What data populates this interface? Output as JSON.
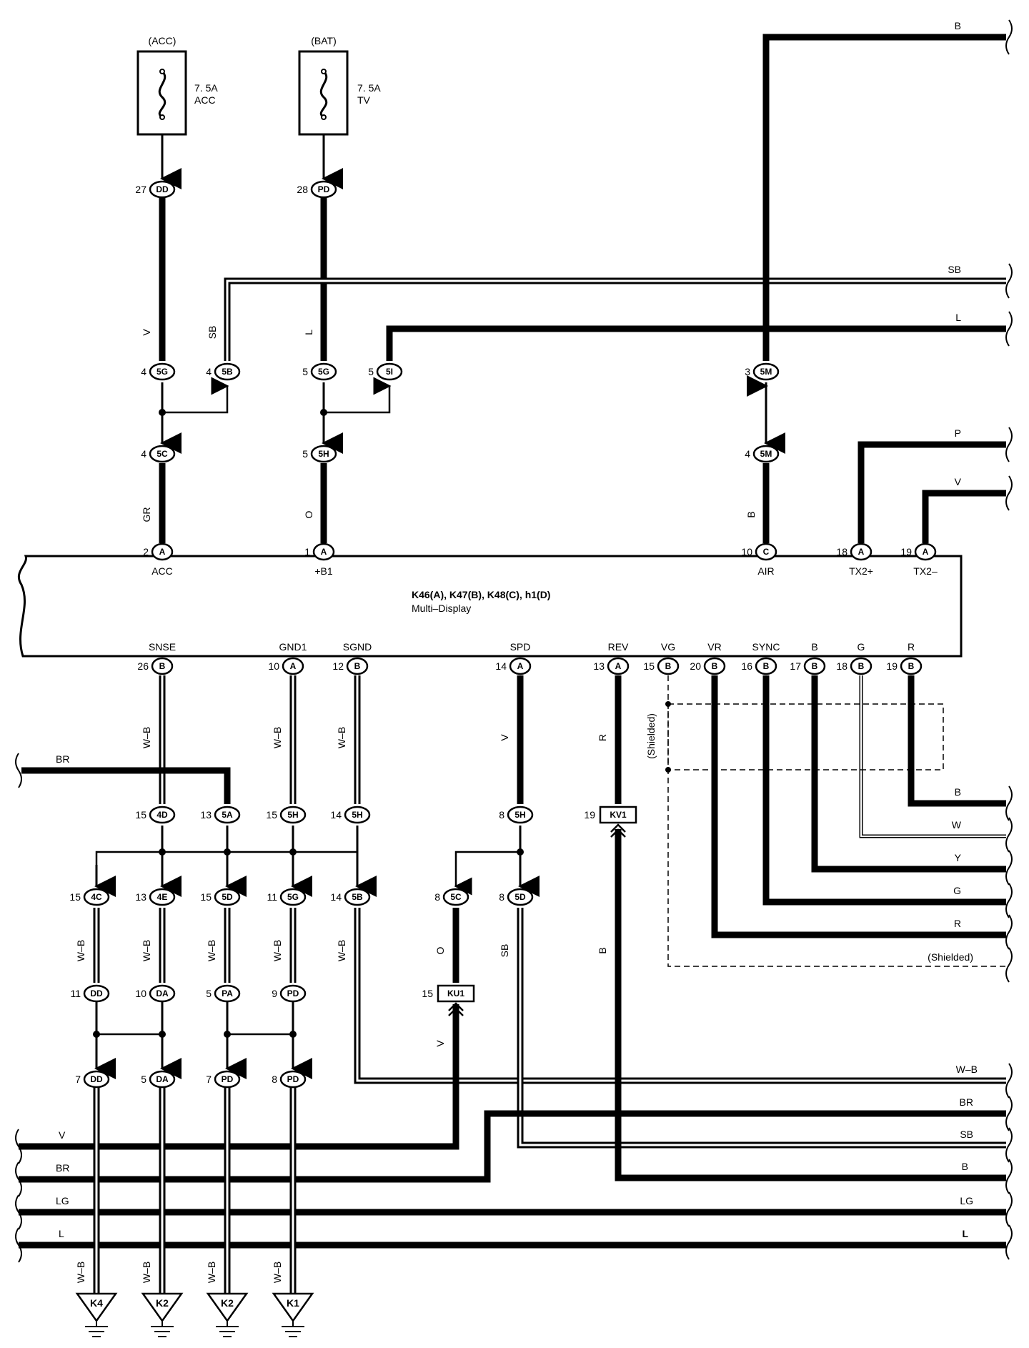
{
  "fuses": [
    {
      "supply": "(ACC)",
      "rating": "7. 5A",
      "name": "ACC"
    },
    {
      "supply": "(BAT)",
      "rating": "7. 5A",
      "name": "TV"
    }
  ],
  "component": {
    "title": "K46(A), K47(B), K48(C), h1(D)",
    "subtitle": "Multi–Display",
    "top_terminals": [
      {
        "pin": "2",
        "conn": "A",
        "signal": "ACC"
      },
      {
        "pin": "1",
        "conn": "A",
        "signal": "+B1"
      },
      {
        "pin": "10",
        "conn": "C",
        "signal": "AIR"
      },
      {
        "pin": "18",
        "conn": "A",
        "signal": "TX2+"
      },
      {
        "pin": "19",
        "conn": "A",
        "signal": "TX2–"
      }
    ],
    "bottom_terminals": [
      {
        "pin": "26",
        "conn": "B",
        "signal": "SNSE"
      },
      {
        "pin": "10",
        "conn": "A",
        "signal": "GND1"
      },
      {
        "pin": "12",
        "conn": "B",
        "signal": "SGND"
      },
      {
        "pin": "14",
        "conn": "A",
        "signal": "SPD"
      },
      {
        "pin": "13",
        "conn": "A",
        "signal": "REV"
      },
      {
        "pin": "15",
        "conn": "B",
        "signal": "VG"
      },
      {
        "pin": "20",
        "conn": "B",
        "signal": "VR"
      },
      {
        "pin": "16",
        "conn": "B",
        "signal": "SYNC"
      },
      {
        "pin": "17",
        "conn": "B",
        "signal": "B"
      },
      {
        "pin": "18",
        "conn": "B",
        "signal": "G"
      },
      {
        "pin": "19",
        "conn": "B",
        "signal": "R"
      }
    ]
  },
  "connectors": [
    {
      "pin": "27",
      "id": "DD"
    },
    {
      "pin": "28",
      "id": "PD"
    },
    {
      "pin": "4",
      "id": "5G"
    },
    {
      "pin": "4",
      "id": "5B"
    },
    {
      "pin": "5",
      "id": "5G"
    },
    {
      "pin": "5",
      "id": "5I"
    },
    {
      "pin": "3",
      "id": "5M"
    },
    {
      "pin": "4",
      "id": "5C"
    },
    {
      "pin": "5",
      "id": "5H"
    },
    {
      "pin": "4",
      "id": "5M"
    },
    {
      "pin": "15",
      "id": "4D"
    },
    {
      "pin": "13",
      "id": "5A"
    },
    {
      "pin": "15",
      "id": "5H"
    },
    {
      "pin": "14",
      "id": "5H"
    },
    {
      "pin": "8",
      "id": "5H"
    },
    {
      "pin": "15",
      "id": "4C"
    },
    {
      "pin": "13",
      "id": "4E"
    },
    {
      "pin": "15",
      "id": "5D"
    },
    {
      "pin": "11",
      "id": "5G"
    },
    {
      "pin": "14",
      "id": "5B"
    },
    {
      "pin": "8",
      "id": "5C"
    },
    {
      "pin": "8",
      "id": "5D"
    },
    {
      "pin": "11",
      "id": "DD"
    },
    {
      "pin": "10",
      "id": "DA"
    },
    {
      "pin": "5",
      "id": "PA"
    },
    {
      "pin": "9",
      "id": "PD"
    },
    {
      "pin": "7",
      "id": "DD"
    },
    {
      "pin": "5",
      "id": "DA"
    },
    {
      "pin": "7",
      "id": "PD"
    },
    {
      "pin": "8",
      "id": "PD"
    }
  ],
  "junctions": [
    {
      "pin": "19",
      "id": "KV1"
    },
    {
      "pin": "15",
      "id": "KU1"
    }
  ],
  "grounds": [
    "K4",
    "K2",
    "K2",
    "K1"
  ],
  "wire_colors": {
    "right_top": [
      "B",
      "SB",
      "L",
      "P",
      "V"
    ],
    "right_mid": [
      "B",
      "W",
      "Y",
      "G",
      "R",
      "(Shielded)"
    ],
    "right_bottom": [
      "W–B",
      "BR",
      "SB",
      "B",
      "LG",
      "L"
    ],
    "left_bottom": [
      "V",
      "BR",
      "LG",
      "L"
    ],
    "left_mid": "BR",
    "vertical": [
      "V",
      "SB",
      "L",
      "GR",
      "O",
      "B",
      "W–B",
      "W–B",
      "W–B",
      "V",
      "R",
      "W–B",
      "W–B",
      "W–B",
      "W–B",
      "W–B",
      "O",
      "SB",
      "B",
      "V",
      "W–B",
      "W–B",
      "W–B",
      "W–B"
    ],
    "shield_label": "(Shielded)"
  }
}
